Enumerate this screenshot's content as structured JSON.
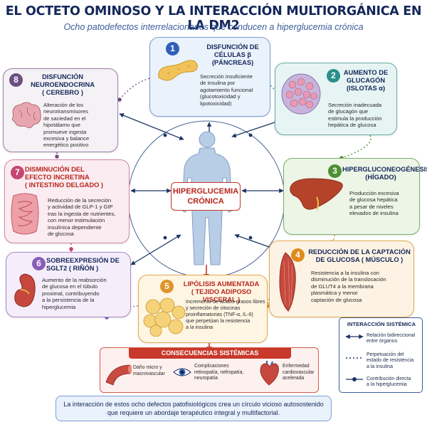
{
  "header": {
    "title": "EL OCTETO OMINOSO Y LA INTERACCIÓN MULTIORGÁNICA EN LA DM2",
    "subtitle": "Ocho patodefectos interrelacionados que conducen a hiperglucemia crónica"
  },
  "center": {
    "line1": "HIPERGLUCEMIA",
    "line2": "CRÓNICA"
  },
  "defects": [
    {
      "num": "1",
      "title1": "DISFUNCIÓN DE",
      "title2": "CÉLULAS β",
      "title3": "(PÁNCREAS)",
      "text": [
        "Secreción insuficiente",
        "de insulina por",
        "agotamiento funcional",
        "(glucotoxicidad y",
        "lipotoxicidad)"
      ]
    },
    {
      "num": "2",
      "title1": "AUMENTO DE",
      "title2": "GLUCAGÓN",
      "title3": "(ISLOTAS α)",
      "text": [
        "Secreción inadecuada",
        "de glucagón que",
        "estimula la producción",
        "hepática de glucosa"
      ]
    },
    {
      "num": "3",
      "title1": "HIPERGLUCONEOGÉNESIS",
      "title2": "(HÍGADO)",
      "title3": "",
      "text": [
        "Producción excesiva",
        "de glucosa hepática",
        "a pesar de niveles",
        "elevados de insulina"
      ]
    },
    {
      "num": "4",
      "title1": "REDUCCIÓN DE LA CAPTACIÓN",
      "title2": "DE GLUCOSA ( MÚSCULO )",
      "title3": "",
      "text": [
        "Resistencia a la insulina con",
        "disminución de la translocación",
        "de GLUT4 a la membrana",
        "plasmática y menor",
        "captación de glucosa"
      ]
    },
    {
      "num": "5",
      "title1": "LIPÓLISIS AUMENTADA",
      "title2": "( TEJIDO ADIPOSO VISCERAL )",
      "title3": "",
      "text": [
        "Incremento de ácidos grasos libres",
        "y secreción de citocinas",
        "proinflamatorias (TNF-α, IL-6)",
        "que perpetúan la resistencia",
        "a la insulina"
      ]
    },
    {
      "num": "6",
      "title1": "SOBREEXPRESIÓN DE",
      "title2": "SGLT2 ( RIÑÓN )",
      "title3": "",
      "text": [
        "Aumento de la reabsorción",
        "de glucosa en el túbulo",
        "proximal, contribuyendo",
        "a la persistencia de la",
        "hiperglucemia"
      ]
    },
    {
      "num": "7",
      "title1": "DISMINUCIÓN DEL",
      "title2": "EFECTO INCRETINA",
      "title3": "( INTESTINO DELGADO )",
      "text": [
        "Reducción de la secreción",
        "y actividad de GLP-1 y GIP",
        "tras la ingesta de nutrientes,",
        "con menor estimulación",
        "insulínica dependiente",
        "de glucosa"
      ]
    },
    {
      "num": "8",
      "title1": "DISFUNCIÓN",
      "title2": "NEUROENDOCRINA",
      "title3": "( CEREBRO )",
      "text": [
        "Alteración de los",
        "neurotransmisores",
        "de saciedad en el",
        "hipotálamo que",
        "promueve ingesta",
        "excesiva y balance",
        "energético positivo"
      ]
    }
  ],
  "consequences": {
    "title": "CONSECUENCIAS SISTÉMICAS",
    "items": [
      {
        "line1": "Daño micro y",
        "line2": "macrovascular",
        "line3": ""
      },
      {
        "line1": "Complicaciones",
        "line2": "retinopatía, nefropatía,",
        "line3": "neuropatía"
      },
      {
        "line1": "Enfermedad",
        "line2": "cardiovascular",
        "line3": "acelerada"
      }
    ]
  },
  "legend": {
    "title": "INTERACCIÓN SISTÉMICA",
    "items": [
      {
        "line1": "Relación bidireccional",
        "line2": "entre órganos"
      },
      {
        "line1": "Perpetuación del",
        "line2": "estado de resistencia",
        "line3": "a la insulina"
      },
      {
        "line1": "Contribución directa",
        "line2": "a la hiperglucemia"
      }
    ]
  },
  "footer": {
    "line1": "La interacción de estos ocho defectos patofisiológicos crea un círculo vicioso autosostenido",
    "line2": "que requiere un abordaje terapéutico integral y multifactorial."
  },
  "colors": {
    "navy": "#14275a",
    "red": "#c0392b",
    "d1": "#2f5fb8",
    "d2": "#2b8f8a",
    "d3": "#4d8f35",
    "d4": "#e08a1e",
    "d5": "#e0932a",
    "d6": "#8a5db8",
    "d7": "#c44670",
    "d8": "#6e4f82"
  }
}
